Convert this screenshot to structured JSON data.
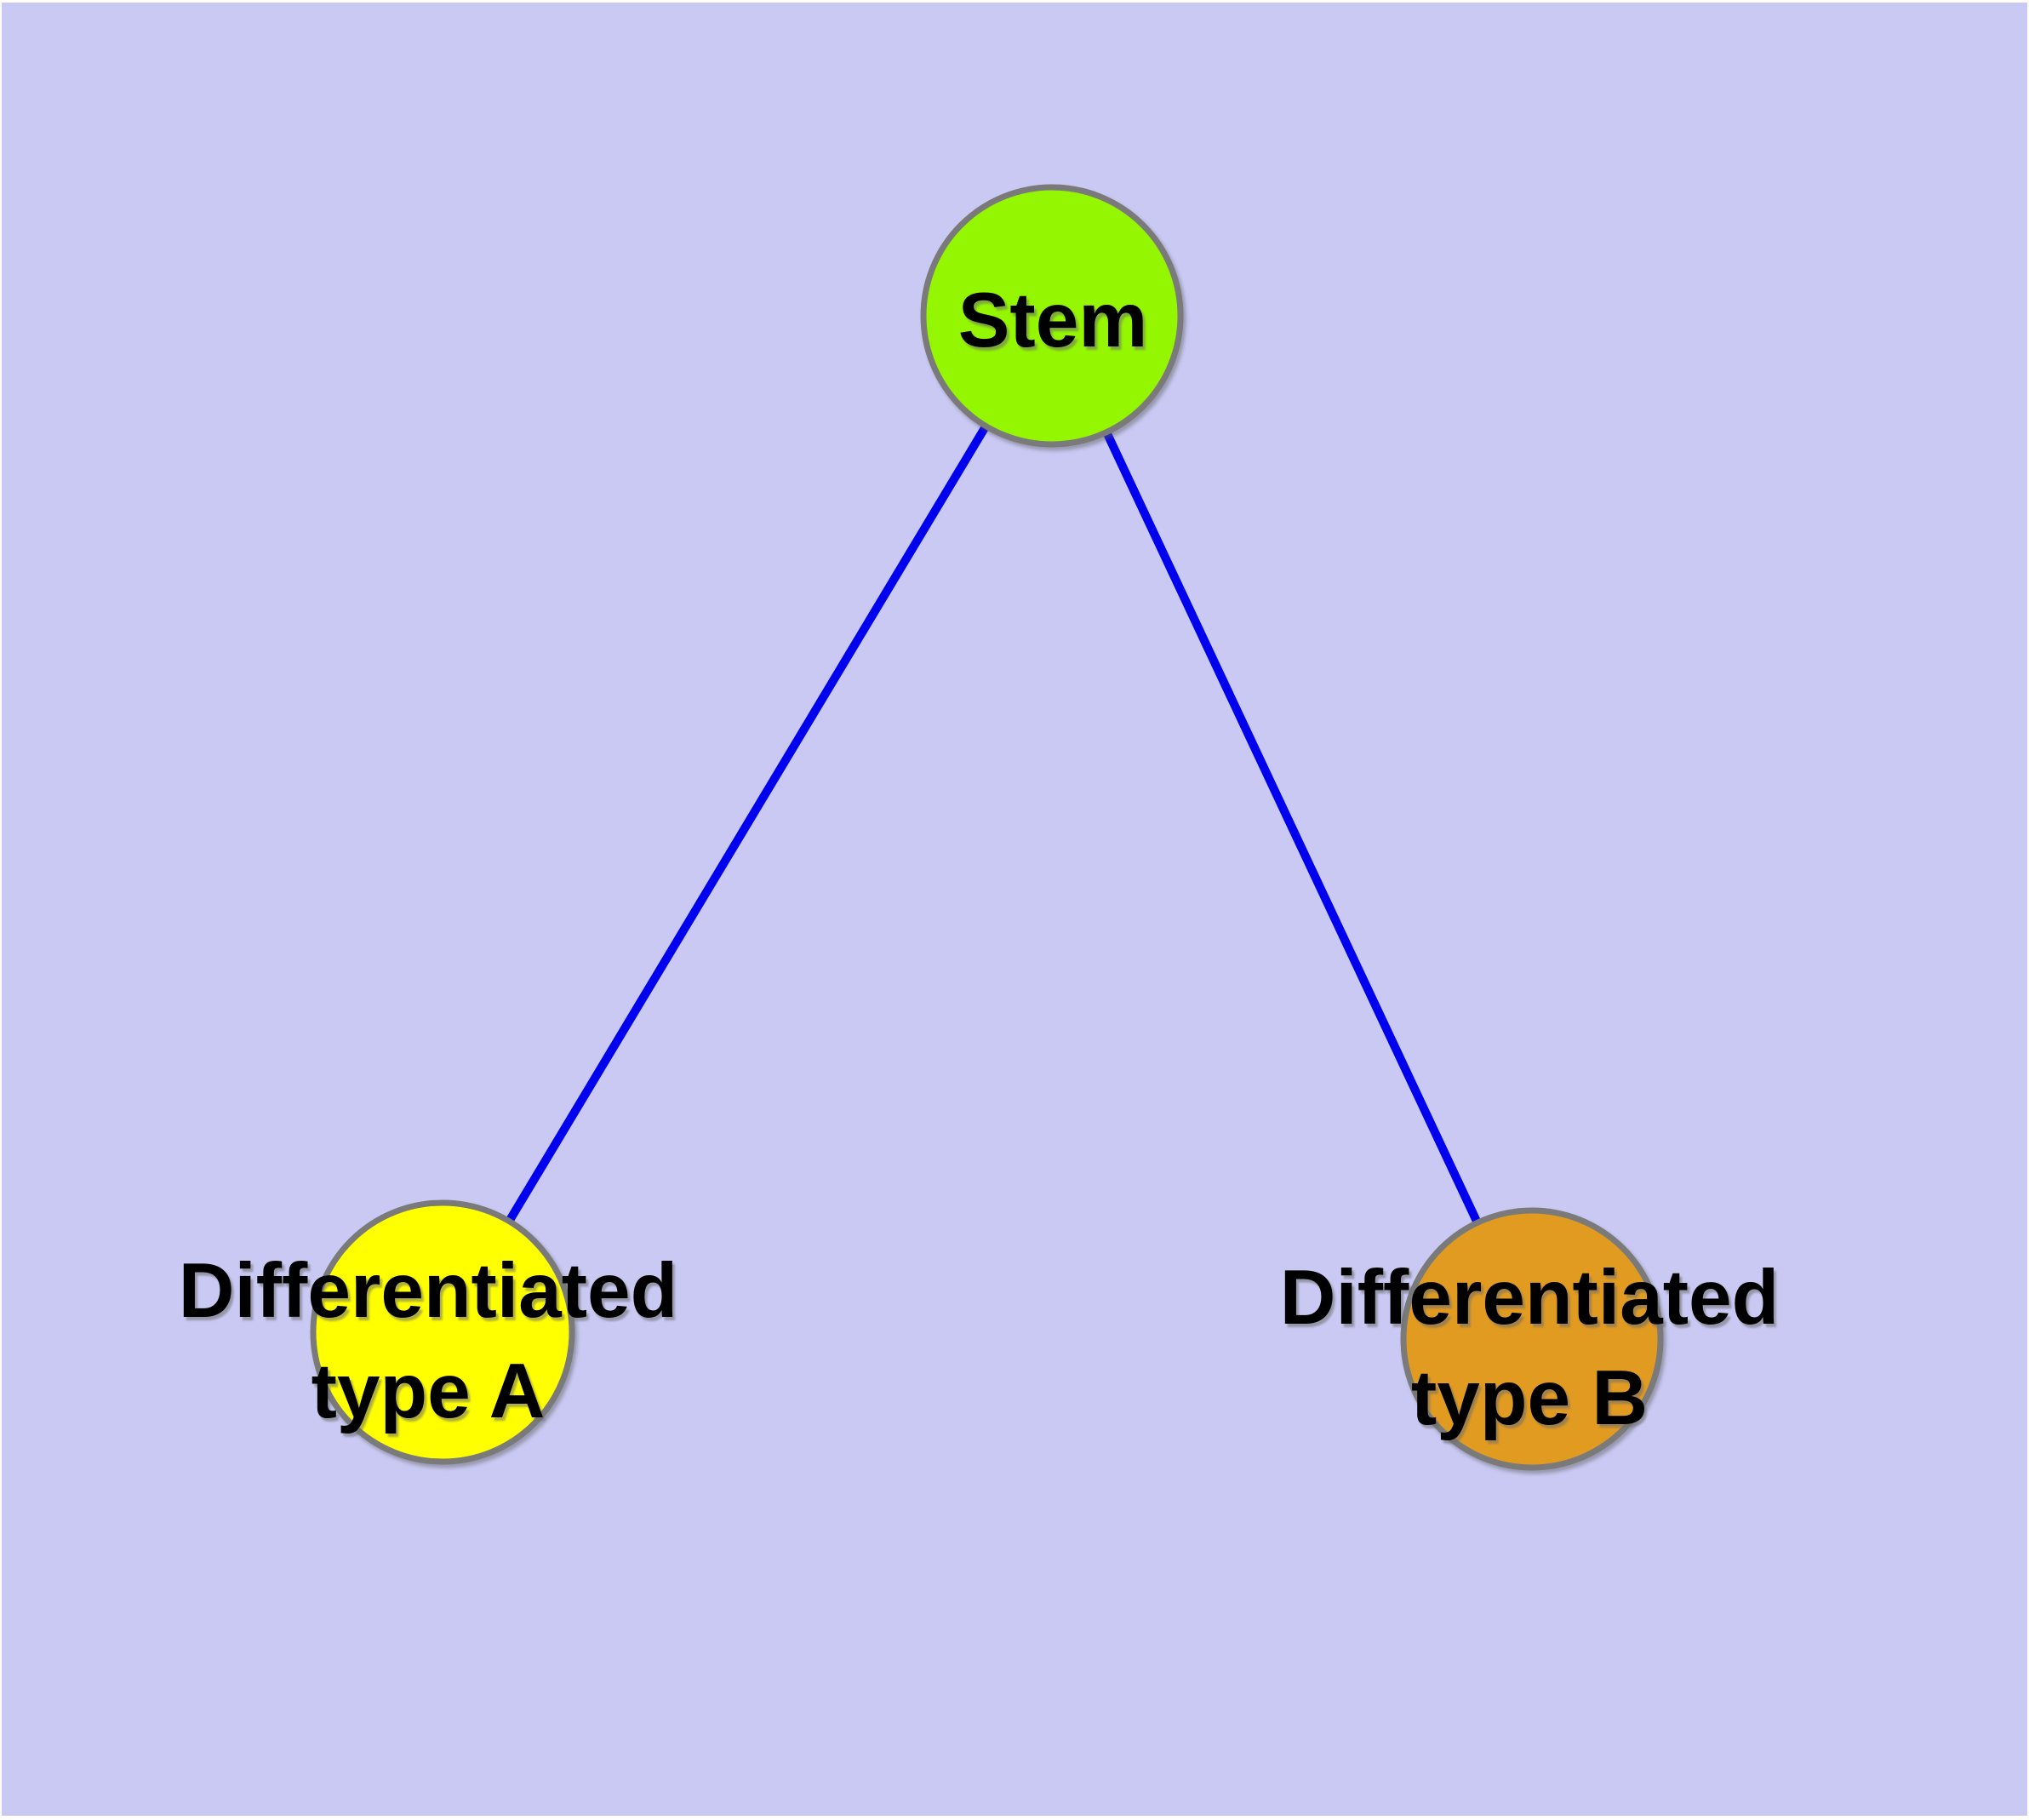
{
  "diagram": {
    "background_color": "#c9c9f3",
    "margin_color": "#ffffff",
    "edge_color": "#0000ee",
    "node_border_color": "#7a7a7a",
    "text_color": "#000000",
    "nodes": [
      {
        "id": "stem",
        "label_lines": [
          "Stem"
        ],
        "fill": "#94f600"
      },
      {
        "id": "differentiated-type-a",
        "label_lines": [
          "Differentiated",
          "type A"
        ],
        "fill": "#ffff00"
      },
      {
        "id": "differentiated-type-b",
        "label_lines": [
          "Differentiated",
          "type B"
        ],
        "fill": "#e29b21"
      }
    ],
    "edges": [
      {
        "from": "stem",
        "to": "differentiated-type-a"
      },
      {
        "from": "stem",
        "to": "differentiated-type-b"
      }
    ]
  }
}
